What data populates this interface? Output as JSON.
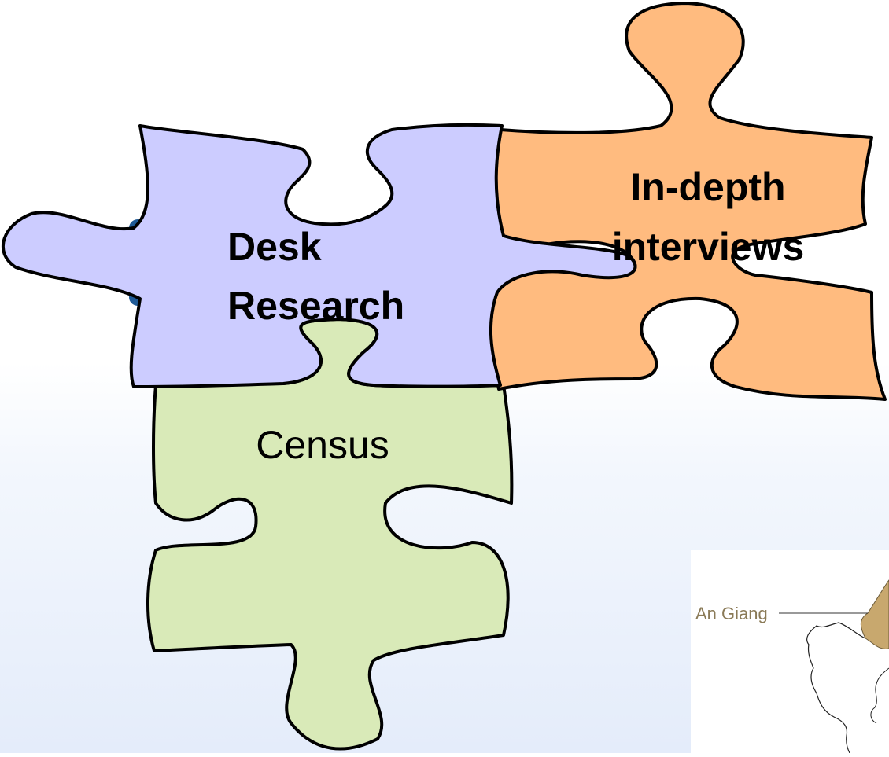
{
  "pieces": {
    "desk": {
      "line1": "Desk",
      "line2": "Research",
      "fill": "#ccccff"
    },
    "indepth": {
      "line1": "In-depth",
      "line2": "interviews",
      "fill": "#ffbb7f"
    },
    "census": {
      "label": "Census",
      "fill": "#d9eab8"
    }
  },
  "map": {
    "label": "An Giang",
    "region_fill": "#c8a86e"
  },
  "colors": {
    "outline": "#000000",
    "bullet": "#1f5a96"
  }
}
